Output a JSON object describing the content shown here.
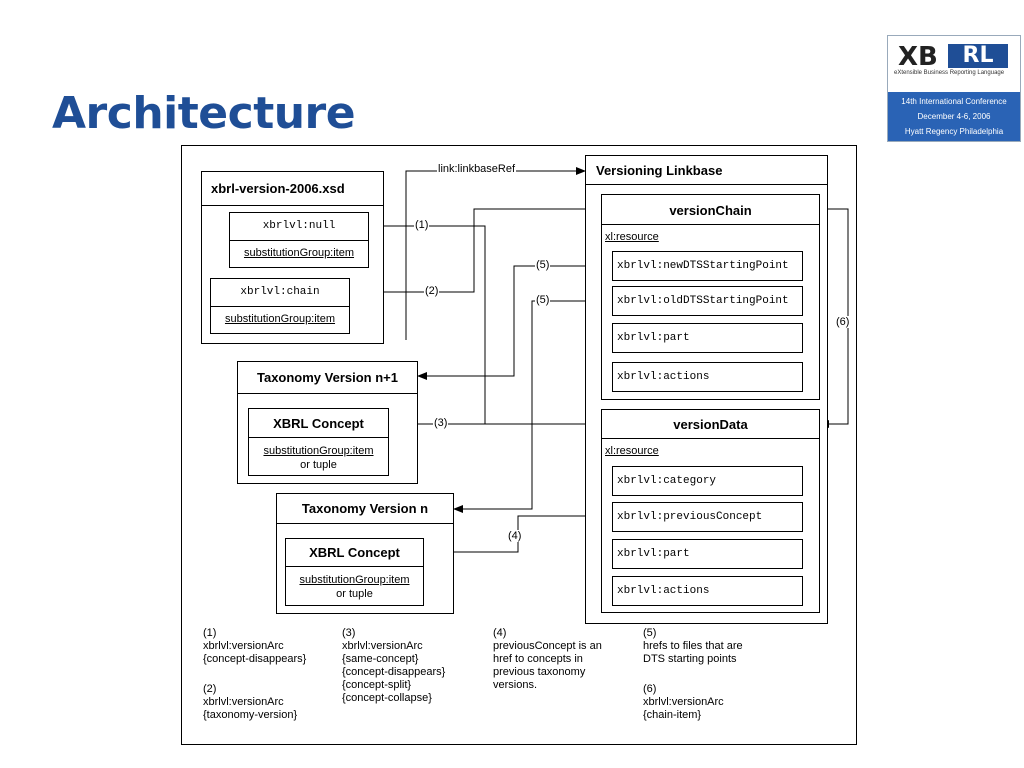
{
  "slide": {
    "title": "Architecture"
  },
  "logo": {
    "brand_left": "XB",
    "brand_right": "RL",
    "tagline": "eXtensible Business Reporting Language",
    "conference_line1": "14th International Conference",
    "conference_line2": "December 4-6, 2006",
    "conference_line3": "Hyatt Regency Philadelphia"
  },
  "diagram": {
    "xsd": {
      "title": "xbrl-version-2006.xsd",
      "null_name": "xbrlvl:null",
      "null_sub": "substitutionGroup:item",
      "chain_name": "xbrlvl:chain",
      "chain_sub": "substitutionGroup:item"
    },
    "tax_n1": {
      "title": "Taxonomy Version n+1",
      "concept": "XBRL Concept",
      "sub": "substitutionGroup:item",
      "or": "or tuple"
    },
    "tax_n": {
      "title": "Taxonomy Version n",
      "concept": "XBRL Concept",
      "sub": "substitutionGroup:item",
      "or": "or tuple"
    },
    "linkbase": {
      "title": "Versioning Linkbase"
    },
    "chain": {
      "title": "versionChain",
      "resource": "xl:resource",
      "items": [
        "xbrlvl:newDTSStartingPoint",
        "xbrlvl:oldDTSStartingPoint",
        "xbrlvl:part",
        "xbrlvl:actions"
      ]
    },
    "data": {
      "title": "versionData",
      "resource": "xl:resource",
      "items": [
        "xbrlvl:category",
        "xbrlvl:previousConcept",
        "xbrlvl:part",
        "xbrlvl:actions"
      ]
    },
    "labels": {
      "linkbaseRef": "link:linkbaseRef",
      "l1": "(1)",
      "l2": "(2)",
      "l3": "(3)",
      "l4": "(4)",
      "l5a": "(5)",
      "l5b": "(5)",
      "l6": "(6)"
    },
    "notes": {
      "n1": "(1)\nxbrlvl:versionArc\n{concept-disappears}",
      "n2": "(2)\nxbrlvl:versionArc\n{taxonomy-version}",
      "n3": "(3)\nxbrlvl:versionArc\n{same-concept}\n{concept-disappears}\n{concept-split}\n{concept-collapse}",
      "n4": "(4)\npreviousConcept is an\nhref to concepts in\nprevious taxonomy\nversions.",
      "n5": "(5)\nhrefs to files that are\nDTS starting points",
      "n6": "(6)\nxbrlvl:versionArc\n{chain-item}"
    }
  }
}
